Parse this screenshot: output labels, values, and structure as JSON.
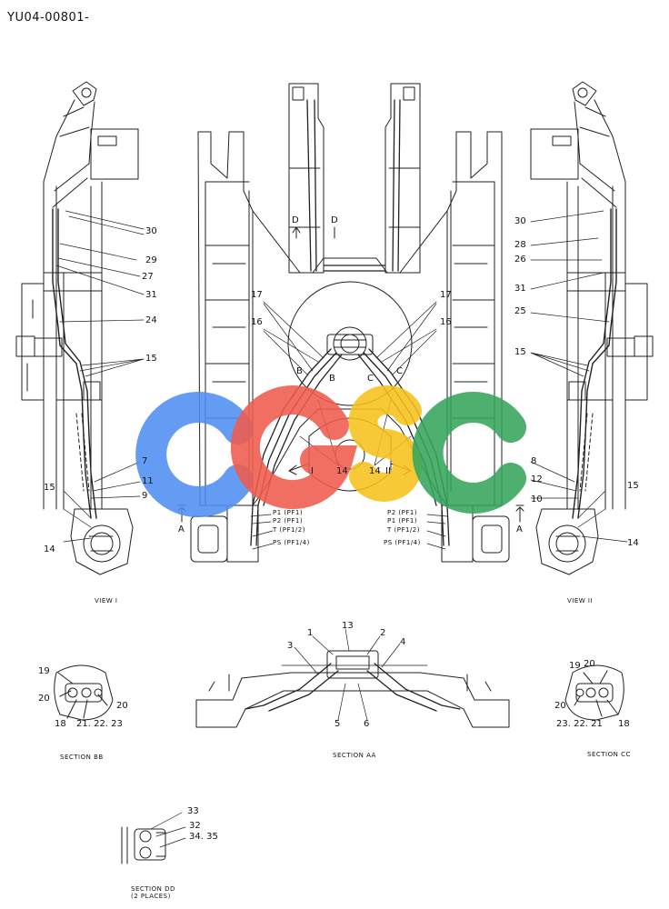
{
  "document_id": "YU04-00801-",
  "watermark": {
    "text": "CGSC",
    "letters": [
      "C",
      "G",
      "S",
      "C"
    ],
    "colors": [
      "#4f8ef2",
      "#ef5b4c",
      "#f6c21a",
      "#36a55b"
    ]
  },
  "views": {
    "view1": "VIEW I",
    "view2": "VIEW II",
    "section_bb": "SECTION BB",
    "section_aa": "SECTION AA",
    "section_cc": "SECTION CC",
    "section_dd": "SECTION DD",
    "section_dd_note": "(2 PLACES)"
  },
  "ports_left": {
    "p1": "P1 (PF1)",
    "p2": "P2 (PF1)",
    "t": "T (PF1/2)",
    "ps": "PS (PF1/4)"
  },
  "ports_right": {
    "p2": "P2 (PF1)",
    "p1": "P1 (PF1)",
    "t": "T (PF1/2)",
    "ps": "PS (PF1/4)"
  },
  "section_markers": {
    "d": "D",
    "a": "A",
    "b": "B",
    "c": "C",
    "one": "I",
    "two": "II"
  },
  "left_callouts": [
    "30",
    "29",
    "27",
    "31",
    "24",
    "15",
    "7",
    "11",
    "9",
    "15",
    "14"
  ],
  "right_callouts": [
    "30",
    "28",
    "26",
    "31",
    "25",
    "15",
    "8",
    "12",
    "10",
    "15",
    "14"
  ],
  "center_callouts": [
    "17",
    "16",
    "17",
    "16",
    "14",
    "14"
  ],
  "section_aa_callouts": [
    "13",
    "1",
    "2",
    "3",
    "4",
    "5",
    "6"
  ],
  "section_bb_callouts": [
    "19",
    "20",
    "20",
    "18",
    "21. 22. 23"
  ],
  "section_cc_callouts": [
    "19",
    "20",
    "20",
    "23. 22. 21",
    "18"
  ],
  "section_dd_callouts": [
    "33",
    "32",
    "34. 35"
  ]
}
